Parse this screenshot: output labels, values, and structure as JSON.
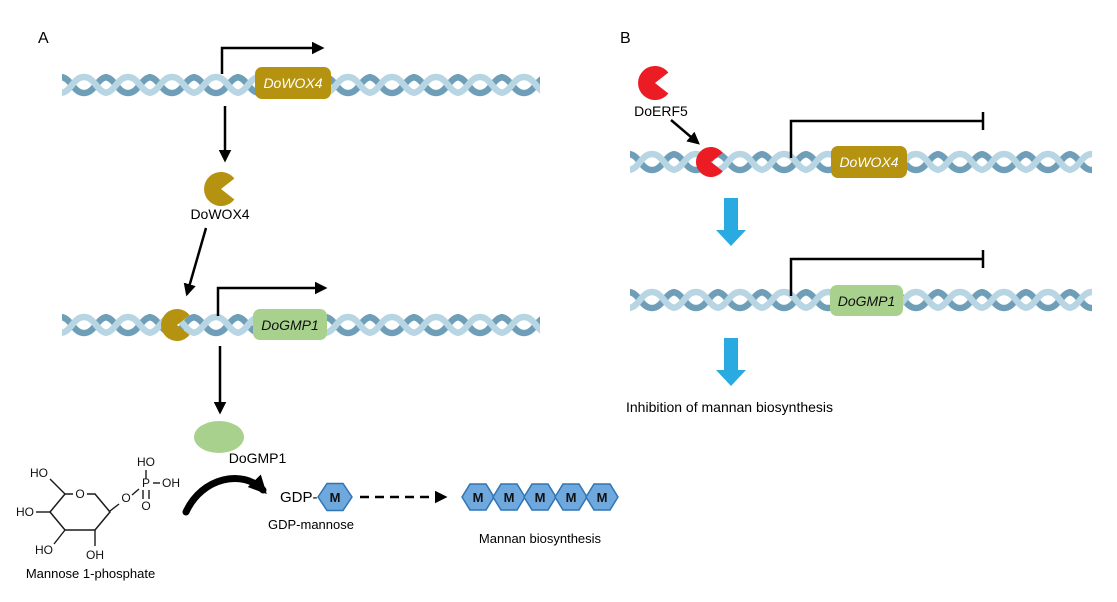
{
  "panelA": {
    "label": "A",
    "gene_wox4": "DoWOX4",
    "protein_wox4": "DoWOX4",
    "gene_gmp1": "DoGMP1",
    "protein_gmp1": "DoGMP1",
    "molecule": {
      "caption": "Mannose 1-phosphate",
      "ring_o": "O",
      "bridge_o": "O",
      "phosphorus": "P",
      "p_ho_top": "HO",
      "p_oh_right": "OH",
      "p_double_o": "O",
      "arm_ho": "HO",
      "left_ho": "HO",
      "bottom_left_ho": "HO",
      "bottom_oh": "OH"
    },
    "gdp_prefix": "GDP-",
    "monomer": "M",
    "gdp_mannose_caption": "GDP-mannose",
    "mannan_caption": "Mannan biosynthesis"
  },
  "panelB": {
    "label": "B",
    "protein_erf5": "DoERF5",
    "gene_wox4": "DoWOX4",
    "gene_gmp1": "DoGMP1",
    "result_caption": "Inhibition of mannan biosynthesis"
  },
  "colors": {
    "gene_gold": "#b5920f",
    "gene_green": "#a9d18e",
    "erf5_red": "#ec1c24",
    "flow_cyan": "#29abe2",
    "hexagon_blue": "#6fa8dc",
    "dna_strand_dark": "#6f9fb8",
    "dna_strand_light": "#b7d5e2"
  }
}
